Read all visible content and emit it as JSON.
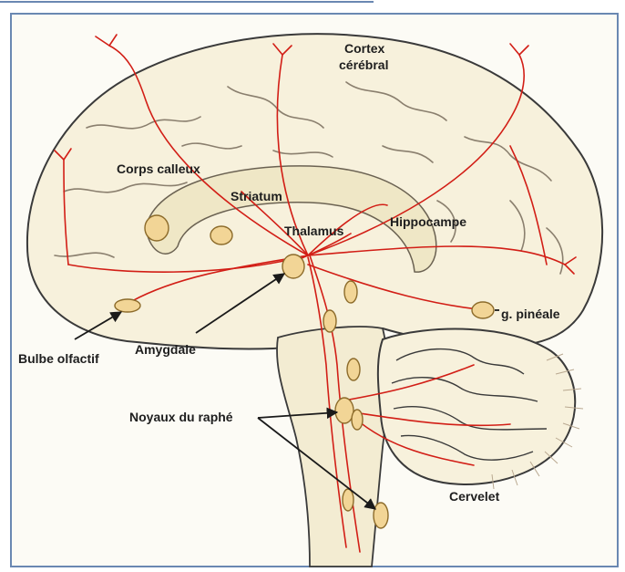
{
  "colors": {
    "page_bg": "#ffffff",
    "frame_bg": "#fcfbf5",
    "frame_border": "#6a88b2",
    "brain_fill": "#f7f1dc",
    "brain_outline": "#3a3a3a",
    "sulci": "#8a7f6e",
    "inner_fill": "#efe7c6",
    "nucleus_fill": "#f2d596",
    "nucleus_stroke": "#8c6b2a",
    "fiber": "#d21e16",
    "arrow": "#1a1a1a",
    "label": "#1e1e1e"
  },
  "labels": {
    "cortex_line1": "Cortex",
    "cortex_line2": "cérébral",
    "corps_calleux": "Corps calleux",
    "striatum": "Striatum",
    "thalamus": "Thalamus",
    "hippocampe": "Hippocampe",
    "g_pineale": "g. pinéale",
    "bulbe_olfactif": "Bulbe olfactif",
    "amygdale": "Amygdale",
    "noyaux_du_raphe": "Noyaux du raphé",
    "cervelet": "Cervelet"
  }
}
